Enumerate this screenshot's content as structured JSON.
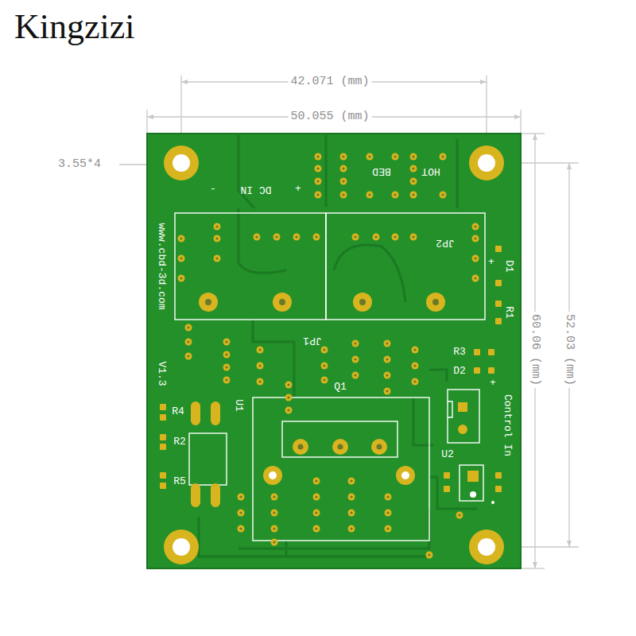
{
  "diagram": {
    "labels": [
      "Kingzizi",
      "42.071 (mm)",
      "50.055 (mm)",
      "3.55*4",
      "60.06 (mm)",
      "52.03 (mm)",
      "-",
      "DC IN",
      "+",
      "BED",
      "HOT",
      "www.cbd-3d.com",
      "JP1",
      "JP2",
      "+",
      "D1",
      "R1",
      "R3",
      "D2",
      "+",
      "V1.3",
      "Q1",
      "U1",
      "Control In",
      "R4",
      "R2",
      "R5",
      "U2"
    ]
  }
}
